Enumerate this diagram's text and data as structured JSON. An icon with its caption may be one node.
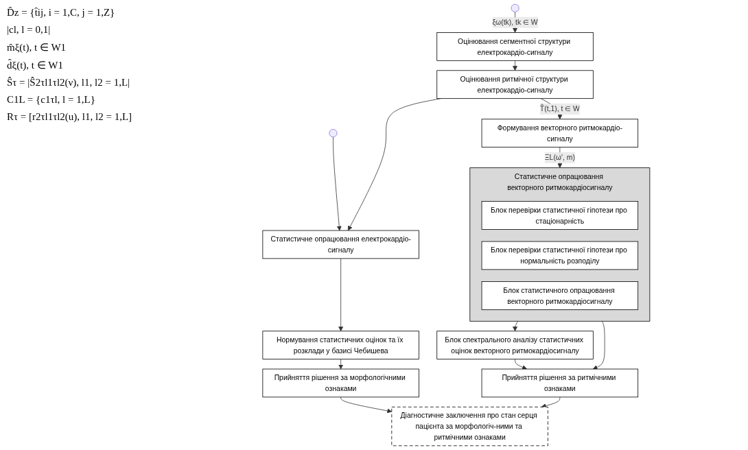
{
  "diagram": {
    "nodes": [
      {
        "text": [
          "Оцінювання сегментної структури електрокардіо-сигналу"
        ]
      },
      {
        "text": [
          "Оцінювання ритмічної структури електрокардіо-сигналу"
        ]
      },
      {
        "text": [
          "Формування векторного ритмокардіо-сигналу"
        ]
      },
      {
        "text": [
          "Статистичне опрацювання векторного ритмокардіосигналу"
        ]
      },
      {
        "text": [
          "Блок перевірки статистичної гіпотези про стаціонарність"
        ],
        "in": 3
      },
      {
        "text": [
          "Блок перевірки статистичної гіпотези про нормальність розподілу"
        ],
        "in": 3
      },
      {
        "text": [
          "Блок статистичного опрацювання векторного ритмокардіосигналу"
        ],
        "in": 3
      },
      {
        "text": [
          "Статистичне опрацювання електрокардіо-сигналу"
        ]
      },
      {
        "text": [
          "Нормування статистичних оцінок та їх розклади у базисі Чебишева"
        ]
      },
      {
        "text": [
          "Прийняття рішення за морфологічними ознаками"
        ]
      },
      {
        "text": [
          "Діагностичне заключення про стан серця пацієнта за морфологіч-ними та ритмічними ознаками"
        ]
      },
      {
        "text": [
          "Блок спектрального аналізу статистичних оцінок векторного ритмокардіосигналу"
        ]
      },
      {
        "text": [
          "Прийняття рішення за ритмічними ознаками"
        ]
      }
    ],
    "edges": [
      {
        "from": null,
        "to": 0,
        "arrow": "to",
        "label": "ξω(tk), tk ∈ W"
      },
      {
        "from": 0,
        "to": 1,
        "arrow": "to"
      },
      {
        "from": 1,
        "to": 2,
        "arrow": "to",
        "label": "T̂(t,1), t ∈ W"
      },
      {
        "from": null,
        "to": 7,
        "arrow": "to"
      },
      {
        "from": 1,
        "to": 7,
        "arrow": "to"
      },
      {
        "from": 2,
        "to": 3,
        "arrow": "to",
        "label": "ΞL(ω′, m)"
      },
      {
        "from": 7,
        "to": 8,
        "arrow": "to"
      },
      {
        "from": 8,
        "to": 9,
        "arrow": "to"
      },
      {
        "from": 9,
        "to": 10,
        "arrow": "to"
      },
      {
        "from": 3,
        "to": 11,
        "arrow": "to"
      },
      {
        "from": 3,
        "to": 12,
        "arrow": "to"
      },
      {
        "from": 11,
        "to": 12,
        "arrow": "to"
      },
      {
        "from": 12,
        "to": 10,
        "arrow": "to"
      }
    ],
    "labels": [
      "D̂z = {t̂ij, i = 1,C, j = 1,Z}",
      "|cl, l = 0,1|",
      "m̂ξ(t), t ∈ W1",
      "d̂ξ(t), t ∈ W1",
      "Ŝτ = |Ŝ2τl1τl2(ν), l1, l2 = 1,L|",
      "C1L = {c1τl, l = 1,L}",
      "Rτ = [r2τl1τl2(u), l1, l2 = 1,L]"
    ]
  }
}
